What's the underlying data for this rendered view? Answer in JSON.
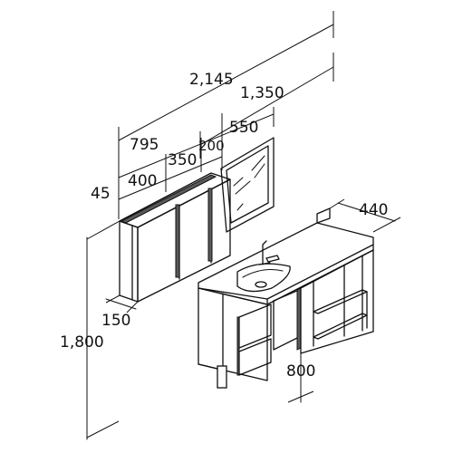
{
  "dimensions": {
    "total_width": "2,145",
    "counter_width": "1,350",
    "cabinet_width": "795",
    "mirror_width": "550",
    "section_350": "350",
    "section_200": "200",
    "section_400": "400",
    "cabinet_offset": "45",
    "cabinet_depth": "150",
    "depth": "440",
    "total_height": "1,800",
    "counter_height": "800"
  },
  "colors": {
    "line": "#111111",
    "panel_edge": "#5a5a5a",
    "background": "#ffffff"
  }
}
